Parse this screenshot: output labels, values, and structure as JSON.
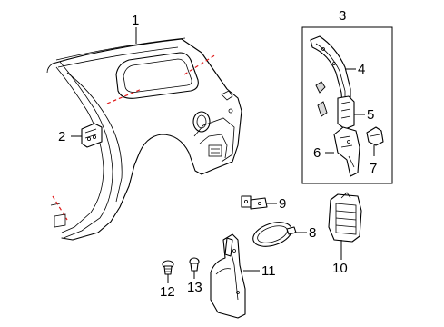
{
  "callouts": [
    {
      "id": "1",
      "label": "1"
    },
    {
      "id": "2",
      "label": "2"
    },
    {
      "id": "3",
      "label": "3"
    },
    {
      "id": "4",
      "label": "4"
    },
    {
      "id": "5",
      "label": "5"
    },
    {
      "id": "6",
      "label": "6"
    },
    {
      "id": "7",
      "label": "7"
    },
    {
      "id": "8",
      "label": "8"
    },
    {
      "id": "9",
      "label": "9"
    },
    {
      "id": "10",
      "label": "10"
    },
    {
      "id": "11",
      "label": "11"
    },
    {
      "id": "12",
      "label": "12"
    },
    {
      "id": "13",
      "label": "13"
    }
  ],
  "colors": {
    "line": "#000000",
    "cut_line": "#e01b1b",
    "background": "#ffffff"
  }
}
